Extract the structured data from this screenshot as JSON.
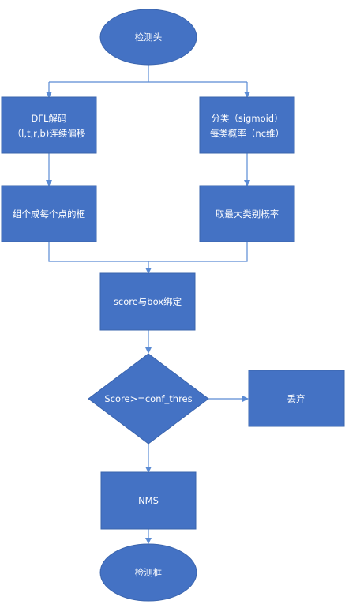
{
  "nodes": {
    "start": {
      "label": "检测头"
    },
    "dfl": {
      "line1": "DFL解码",
      "line2": "（l,t,r,b)连续偏移"
    },
    "cls": {
      "line1": "分类（sigmoid）",
      "line2": "每类概率（nc维）"
    },
    "box": {
      "label": "组个成每个点的框"
    },
    "maxprob": {
      "label": "取最大类别概率"
    },
    "bind": {
      "label": "score与box绑定"
    },
    "decision": {
      "label": "Score>=conf_thres"
    },
    "discard": {
      "label": "丢弃"
    },
    "nms": {
      "label": "NMS"
    },
    "end": {
      "label": "检测框"
    }
  },
  "colors": {
    "node_fill": "#4472c4",
    "edge": "#5b8bd4",
    "text": "#ffffff"
  }
}
